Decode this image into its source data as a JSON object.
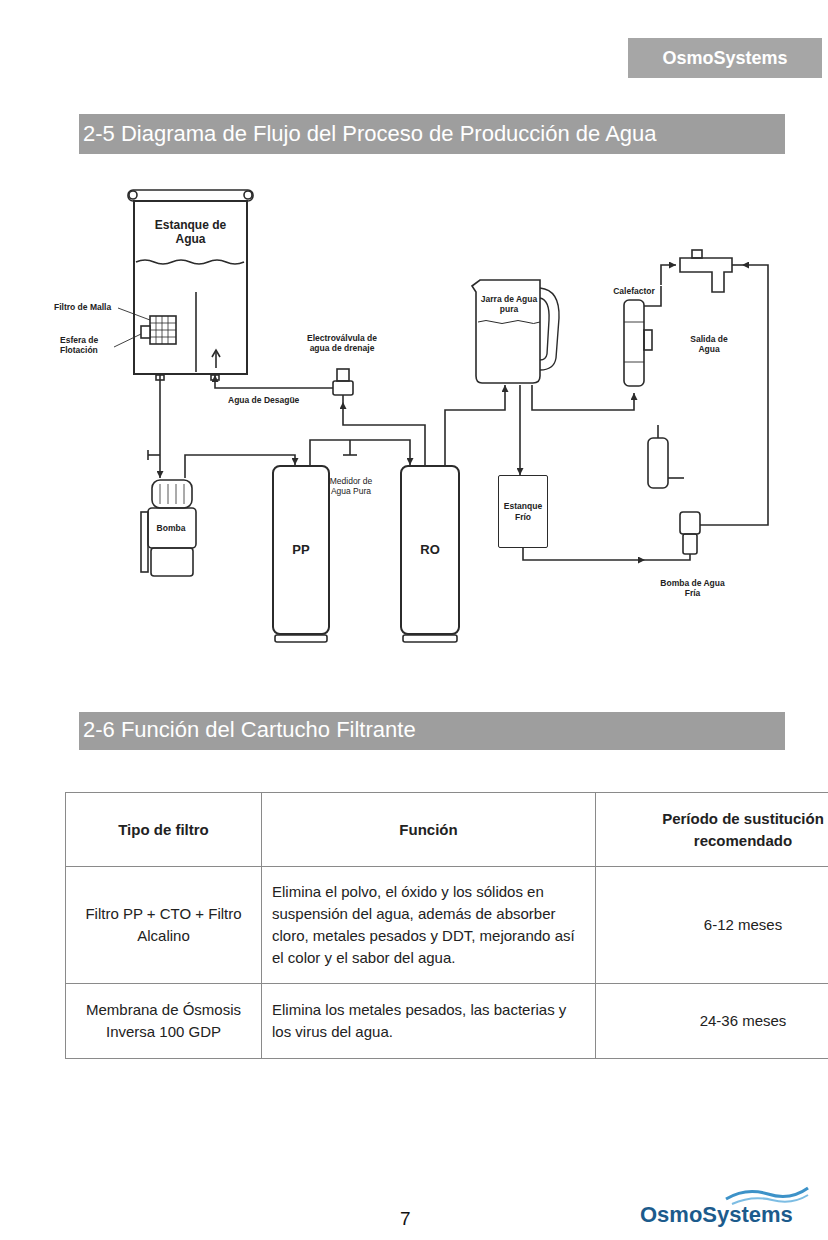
{
  "diagram": {
    "title": "2-5 Diagrama de Flujo del Proceso de Producción de Agua",
    "nodes": [
      {
        "text": [
          "Estanque de Agua"
        ]
      },
      {
        "text": [
          "Electroválvula de agua de drenaje"
        ]
      },
      {
        "text": [
          "Jarra de Agua pura"
        ]
      },
      {
        "text": [
          "Calefactor"
        ]
      },
      {
        "text": [
          "Salida de Agua"
        ]
      },
      {
        "text": [
          "Bomba"
        ]
      },
      {
        "text": [
          "PP"
        ]
      },
      {
        "text": [
          "RO"
        ]
      },
      {
        "text": [
          "Estanque Frío"
        ]
      },
      {
        "text": [
          "Bomba de Agua Fría"
        ]
      }
    ],
    "edges": [
      {
        "from": 0,
        "to": 5,
        "arrow": "to"
      },
      {
        "from": 5,
        "to": 6,
        "arrow": "to"
      },
      {
        "from": 6,
        "to": 7,
        "arrow": "to"
      },
      {
        "from": 7,
        "to": 1,
        "arrow": "to"
      },
      {
        "from": 1,
        "to": 0,
        "label": "Agua de Desagüe",
        "arrow": "to"
      },
      {
        "from": 7,
        "to": 2,
        "arrow": "to"
      },
      {
        "from": 2,
        "to": 8,
        "arrow": "to"
      },
      {
        "from": 8,
        "to": 9,
        "arrow": "to"
      },
      {
        "from": 9,
        "to": 4,
        "arrow": "to"
      },
      {
        "from": 2,
        "to": 3,
        "arrow": "to"
      },
      {
        "from": 3,
        "to": 4,
        "arrow": "to"
      }
    ],
    "labels": [
      "OsmoSystems",
      "Filtro de Malla",
      "Esfera de Flotación",
      "Medidor de Agua Pura",
      "2-6 Función del Cartucho Filtrante",
      "Tipo de filtro",
      "Función",
      "Período de sustitución recomendado",
      "Filtro PP + CTO + Filtro Alcalino",
      "Elimina el polvo, el óxido y los sólidos en suspensión del agua, además de absorber cloro, metales pesados y DDT, mejorando así el color y el sabor del agua.",
      "6-12 meses",
      "Membrana de Ósmosis Inversa 100 GDP",
      "Elimina los metales pesados, las bacterias y los virus del agua.",
      "24-36 meses",
      "7",
      "OsmoSystems"
    ]
  }
}
